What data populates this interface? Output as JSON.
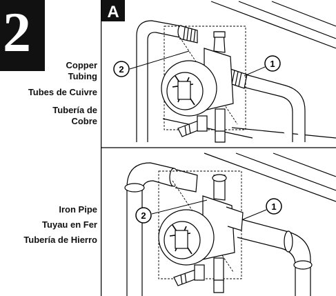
{
  "step": {
    "number": "2"
  },
  "panel": {
    "letter": "A"
  },
  "labels": {
    "copper_line1": "Copper",
    "copper_line2": "Tubing",
    "copper_fr": "Tubes de Cuivre",
    "copper_es_line1": "Tubería de",
    "copper_es_line2": "Cobre",
    "iron_en": "Iron Pipe",
    "iron_fr": "Tuyau en Fer",
    "iron_es": "Tubería de Hierro"
  },
  "callouts": {
    "top": [
      "2",
      "1"
    ],
    "bottom": [
      "2",
      "1"
    ]
  }
}
